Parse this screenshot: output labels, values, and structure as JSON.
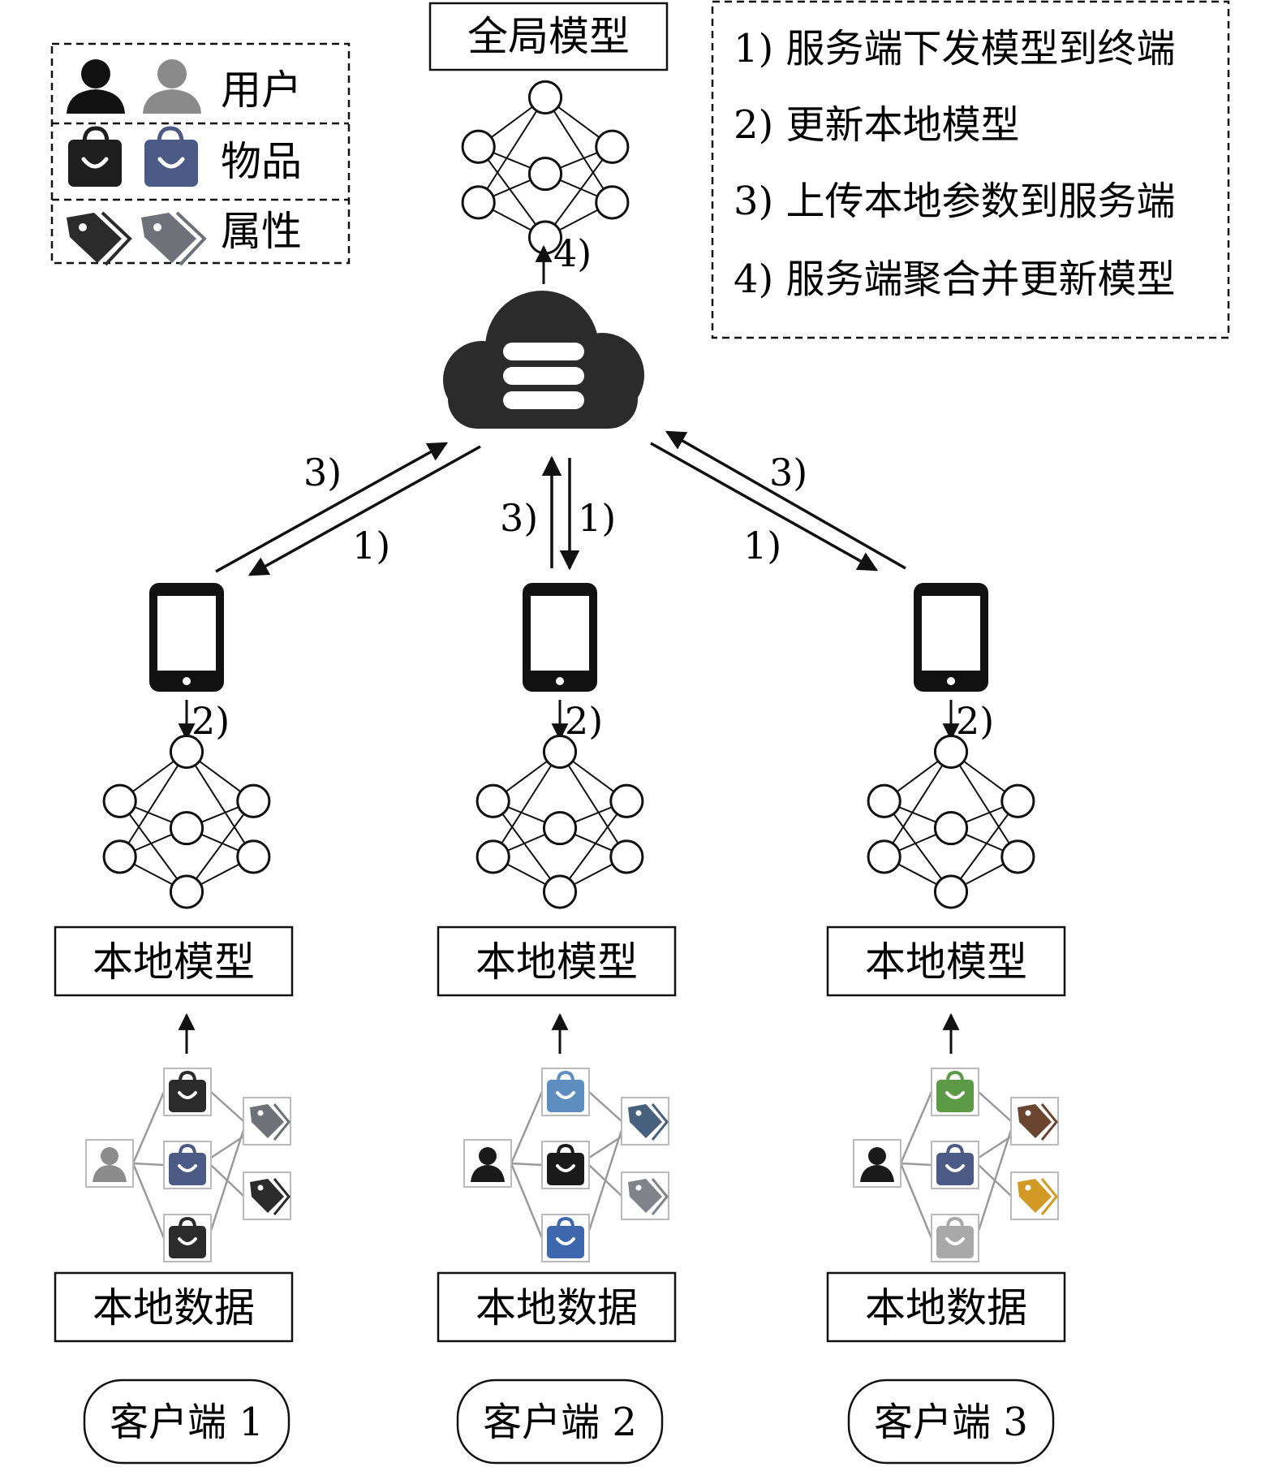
{
  "legend": {
    "user_label": "用户",
    "item_label": "物品",
    "attribute_label": "属性"
  },
  "global_model_label": "全局模型",
  "steps": [
    "1) 服务端下发模型到终端",
    "2) 更新本地模型",
    "3) 上传本地参数到服务端",
    "4)  服务端聚合并更新模型"
  ],
  "step_marks": {
    "s1": "1)",
    "s2": "2)",
    "s3": "3)",
    "s4": "4)"
  },
  "local_model_label": "本地模型",
  "local_data_label": "本地数据",
  "clients": [
    {
      "name": "客户端 1",
      "user_color": "#8c8c8c",
      "items": [
        "#2b2b2b",
        "#4c5a86",
        "#2b2b2b"
      ],
      "tags": [
        "#6e7278",
        "#2b2b2b"
      ]
    },
    {
      "name": "客户端 2",
      "user_color": "#1a1a1a",
      "items": [
        "#5e8ec0",
        "#1a1a1a",
        "#3e67ae"
      ],
      "tags": [
        "#46607d",
        "#80848a"
      ]
    },
    {
      "name": "客户端 3",
      "user_color": "#1a1a1a",
      "items": [
        "#5d9a45",
        "#4c5a86",
        "#a9a9a9"
      ],
      "tags": [
        "#6b4530",
        "#d29a25"
      ]
    }
  ],
  "colors": {
    "cloud": "#2b2b2b",
    "legend_user_dark": "#111111",
    "legend_user_gray": "#8a8a8a",
    "legend_item_dark": "#1e1e1e",
    "legend_item_blue": "#4c5a86",
    "legend_tag_dark": "#2b2b2b",
    "legend_tag_gray": "#6e7278"
  }
}
